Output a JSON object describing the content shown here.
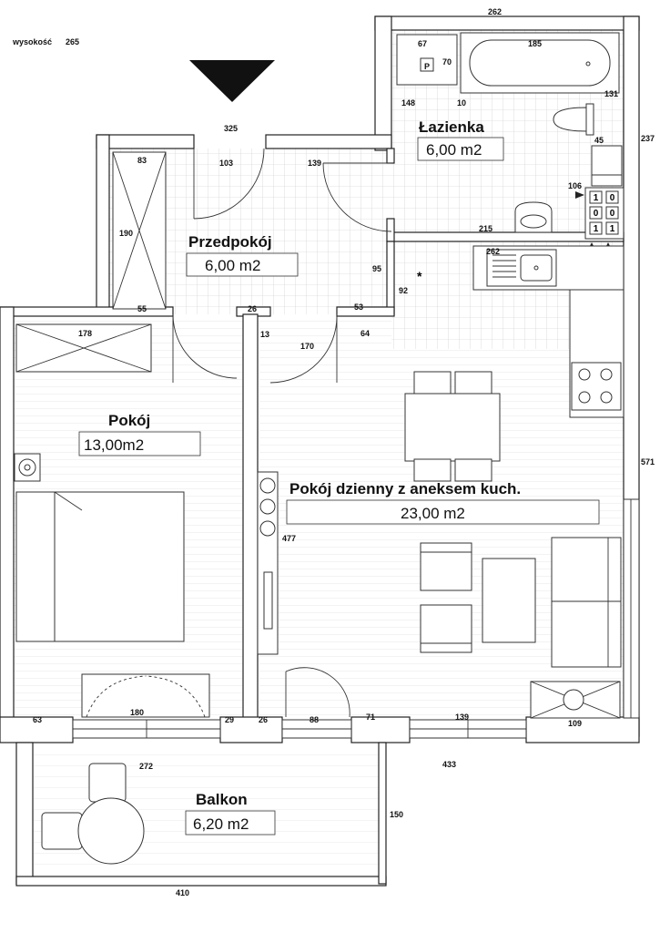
{
  "height_label": "wysokość",
  "height_value": "265",
  "rooms": [
    {
      "id": "lazienka",
      "name": "Łazienka",
      "area": "6,00 m2"
    },
    {
      "id": "przedpokoj",
      "name": "Przedpokój",
      "area": "6,00 m2"
    },
    {
      "id": "pokoj",
      "name": "Pokój",
      "area": "13,00m2"
    },
    {
      "id": "dzienny",
      "name": "Pokój dzienny z aneksem kuch.",
      "area": "23,00 m2"
    },
    {
      "id": "balkon",
      "name": "Balkon",
      "area": "6,20 m2"
    }
  ],
  "dimensions": {
    "d262_top": "262",
    "d67": "67",
    "d70": "70",
    "d185": "185",
    "d148": "148",
    "d10": "10",
    "d131": "131",
    "d45": "45",
    "d237": "237",
    "d325": "325",
    "d83": "83",
    "d103": "103",
    "d139_door": "139",
    "d106": "106",
    "d190": "190",
    "d215": "215",
    "d262_kitchen": "262",
    "d95": "95",
    "d92": "92",
    "d55": "55",
    "d26_mid": "26",
    "d53": "53",
    "d178": "178",
    "d13": "13",
    "d170": "170",
    "d64": "64",
    "d571": "571",
    "d477": "477",
    "d63": "63",
    "d180": "180",
    "d29": "29",
    "d26_bottom": "26",
    "d88": "88",
    "d71": "71",
    "d139_window": "139",
    "d109": "109",
    "d272": "272",
    "d433": "433",
    "d150": "150",
    "d410": "410"
  },
  "meter_marker": "P",
  "meter_digits": [
    "1",
    "0",
    "0",
    "0",
    "1",
    "1"
  ]
}
